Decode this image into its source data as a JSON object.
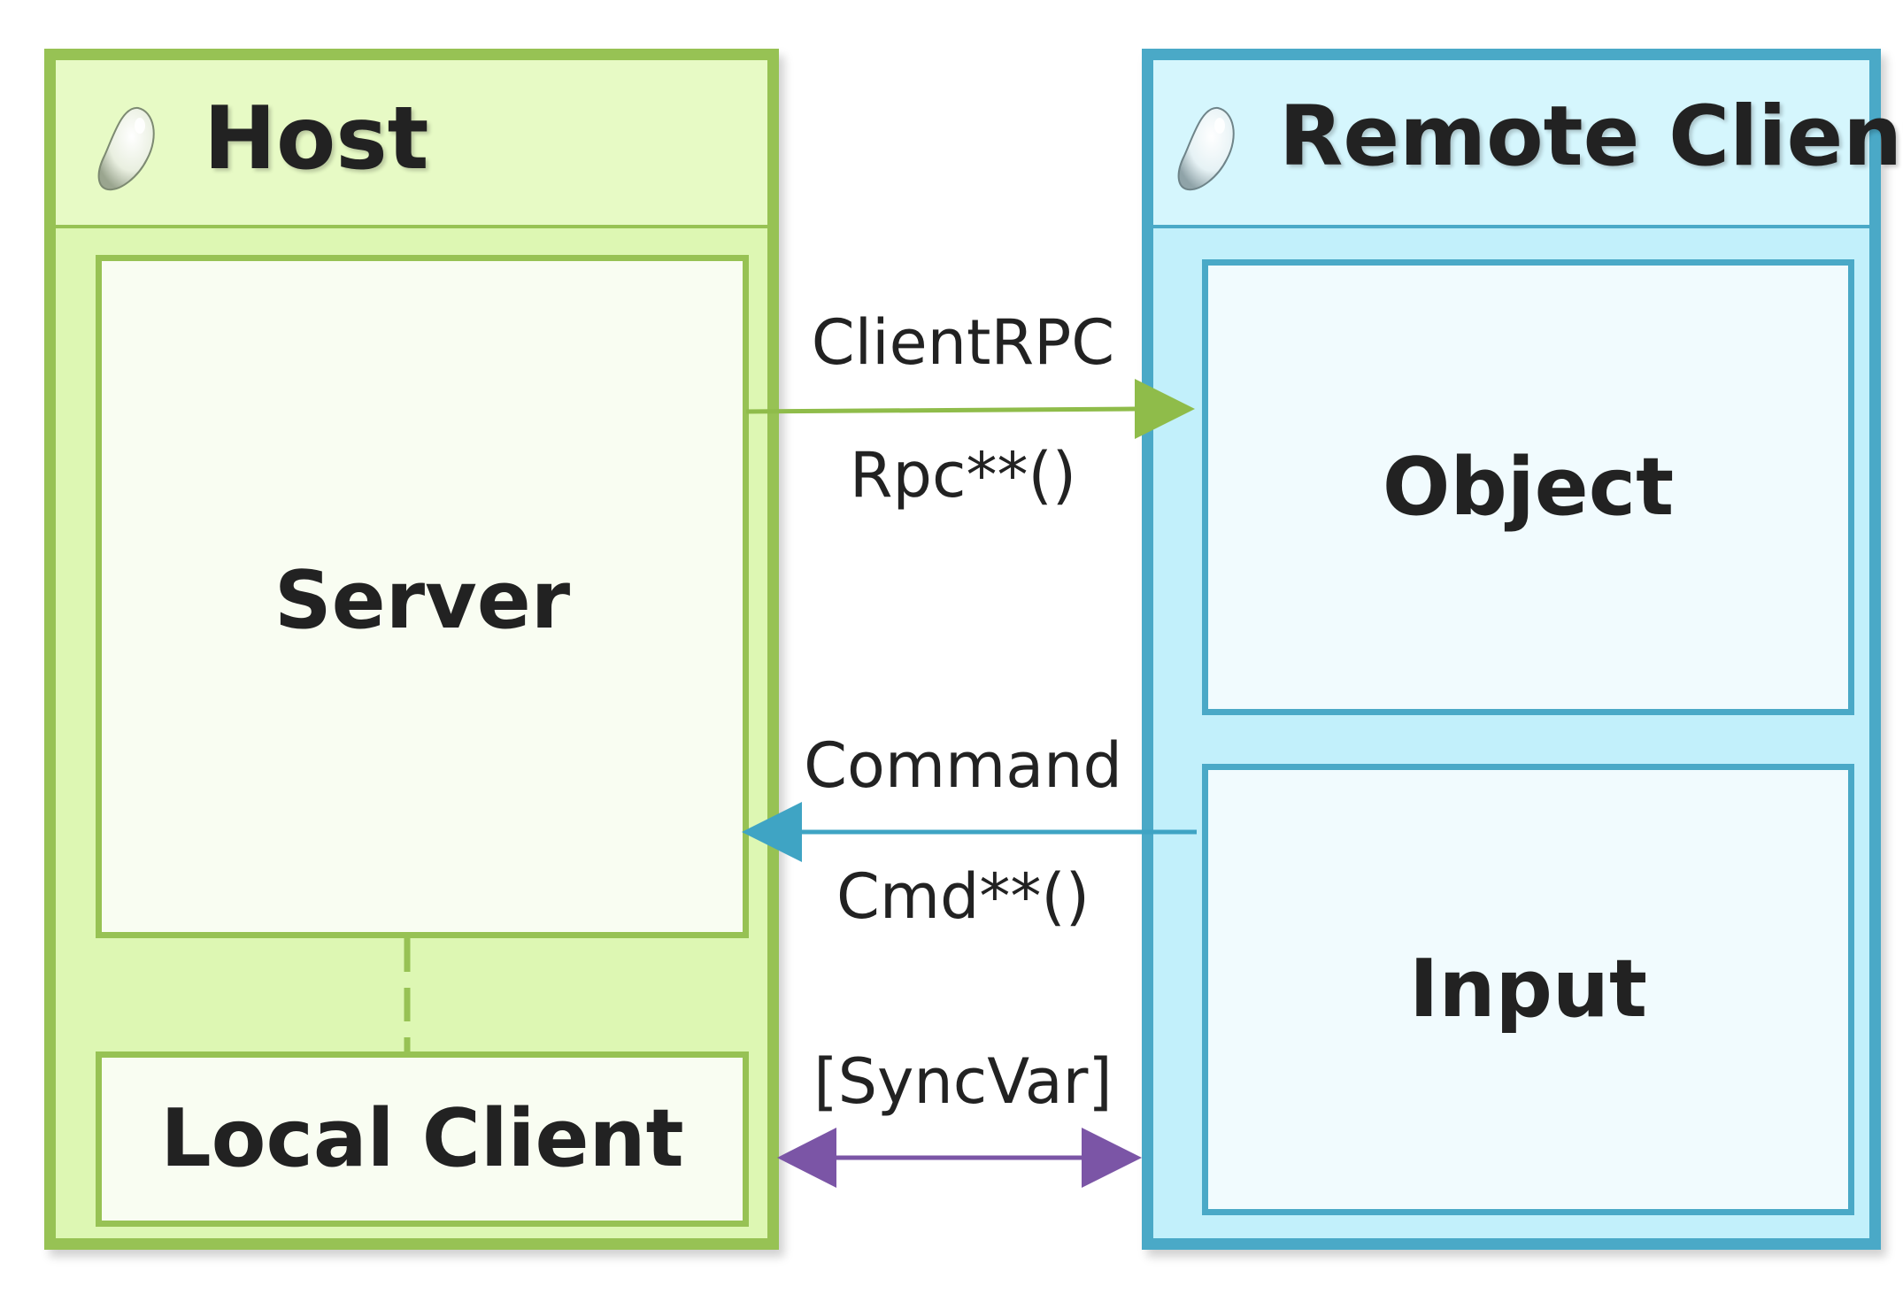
{
  "host": {
    "title": "Host",
    "server_label": "Server",
    "local_client_label": "Local Client"
  },
  "remote": {
    "title": "Remote Client",
    "object_label": "Object",
    "input_label": "Input"
  },
  "edges": {
    "client_rpc": {
      "label_top": "ClientRPC",
      "label_bottom": "Rpc**()"
    },
    "command": {
      "label_top": "Command",
      "label_bottom": "Cmd**()"
    },
    "syncvar": {
      "label": "[SyncVar]"
    }
  },
  "colors": {
    "host_border": "#97c254",
    "host_fill": "#ddf7b3",
    "remote_border": "#4aa9c7",
    "remote_fill": "#c2f0fb",
    "rpc_arrow": "#8fbc4a",
    "command_arrow": "#3fa4c4",
    "syncvar_arrow": "#7b55a6"
  },
  "icons": {
    "host_icon": "water-drop-icon",
    "remote_icon": "water-drop-icon"
  }
}
